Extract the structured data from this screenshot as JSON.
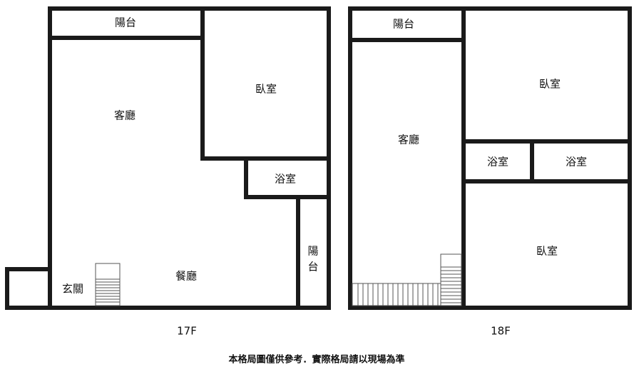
{
  "floor_17": {
    "balcony_top": "陽台",
    "bedroom": "臥室",
    "living_room": "客廳",
    "bathroom": "浴室",
    "balcony_side_1": "陽",
    "balcony_side_2": "台",
    "dining_room": "餐廳",
    "entrance": "玄關",
    "label": "17F"
  },
  "floor_18": {
    "balcony": "陽台",
    "bedroom_top": "臥室",
    "living_room": "客廳",
    "bathroom_1": "浴室",
    "bathroom_2": "浴室",
    "bedroom_bottom": "臥室",
    "label": "18F"
  },
  "disclaimer": "本格局圖僅供參考．實際格局請以現場為準"
}
